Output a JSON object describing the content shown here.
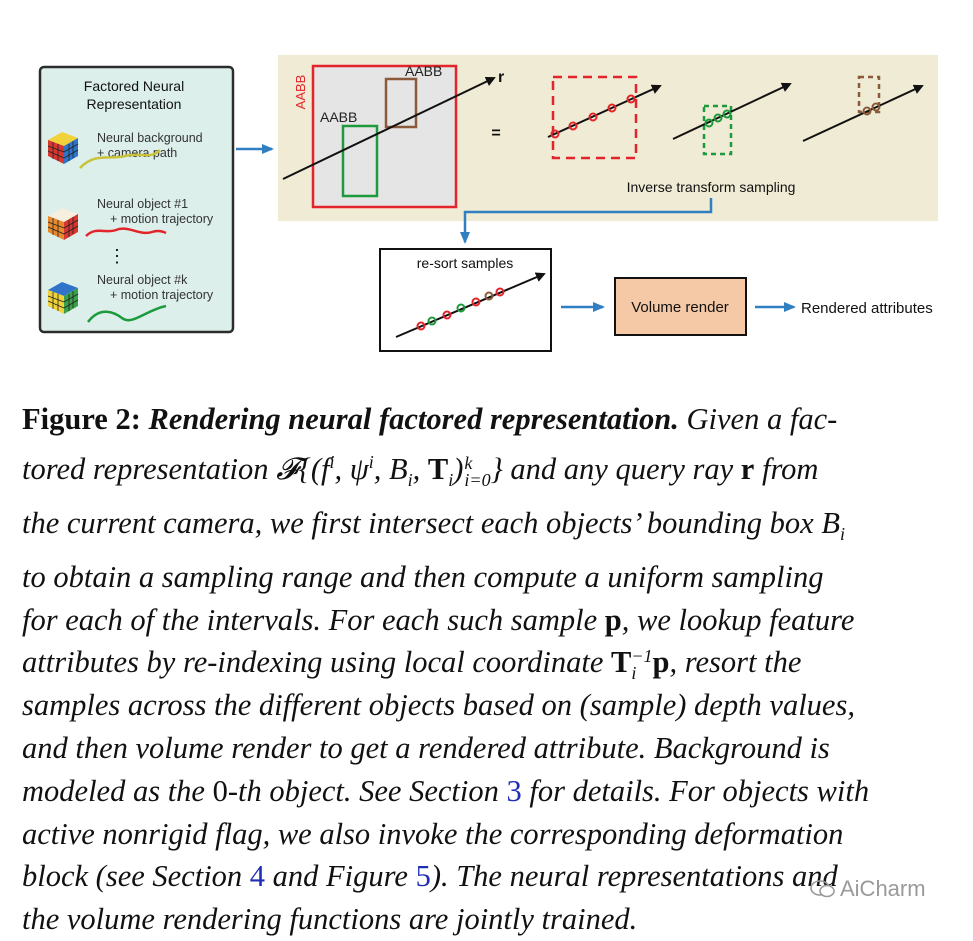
{
  "left_panel": {
    "title_line1": "Factored Neural",
    "title_line2": "Representation",
    "bg_line1": "Neural background",
    "bg_line2": "+ camera path",
    "obj1_line1": "Neural object #1",
    "obj1_line2": "+ motion trajectory",
    "dots": "⋮",
    "objk_line1": "Neural object #k",
    "objk_line2": "+ motion trajectory"
  },
  "aabb_panel": {
    "outer_label": "AABB",
    "green_label": "AABB",
    "brown_label": "AABB",
    "ray_label": "r",
    "equals": "=",
    "sampling_label": "Inverse transform sampling"
  },
  "resort_label": "re-sort samples",
  "volume_render_label": "Volume render",
  "output_label": "Rendered attributes",
  "colors": {
    "panel_bg": "#f0ebd4",
    "left_panel_bg": "#dcefeb",
    "red": "#e4242b",
    "green": "#1d9a3c",
    "brown": "#8b5a3a",
    "blue_arrow": "#2f7fc1",
    "volume_box": "#f5c9a6",
    "link": "#1f2fb5"
  },
  "caption": {
    "fig_label": "Figure 2:",
    "fig_title": "Rendering neural factored representation.",
    "l1_rest": "Given a fac-",
    "l2_a": "tored representation",
    "l2_b": "and any query ray",
    "l2_r": "r",
    "l2_c": "from",
    "l3": "the current camera, we first intersect each objects’ bounding box",
    "l4": "to obtain a sampling range and then compute a uniform sampling",
    "l5_a": "for each of the intervals. For each such sample",
    "l5_p": "p",
    "l5_b": ", we lookup feature",
    "l6_a": "attributes by re-indexing using local coordinate",
    "l6_b": ", resort the",
    "l7": "samples across the different objects based on (sample) depth values,",
    "l8": "and then volume render to get a rendered attribute. Background is",
    "l9_a": "modeled as the",
    "l9_zero": "0",
    "l9_b": "-th object. See Section",
    "l9_ref": "3",
    "l9_c": "for details. For objects with",
    "l10": "active nonrigid flag, we also invoke the corresponding deformation",
    "l11_a": "block (see Section",
    "l11_ref1": "4",
    "l11_b": "and Figure",
    "l11_ref2": "5",
    "l11_c": "). The neural representations and",
    "l12": "the volume rendering functions are jointly trained."
  },
  "watermark": "AiCharm"
}
